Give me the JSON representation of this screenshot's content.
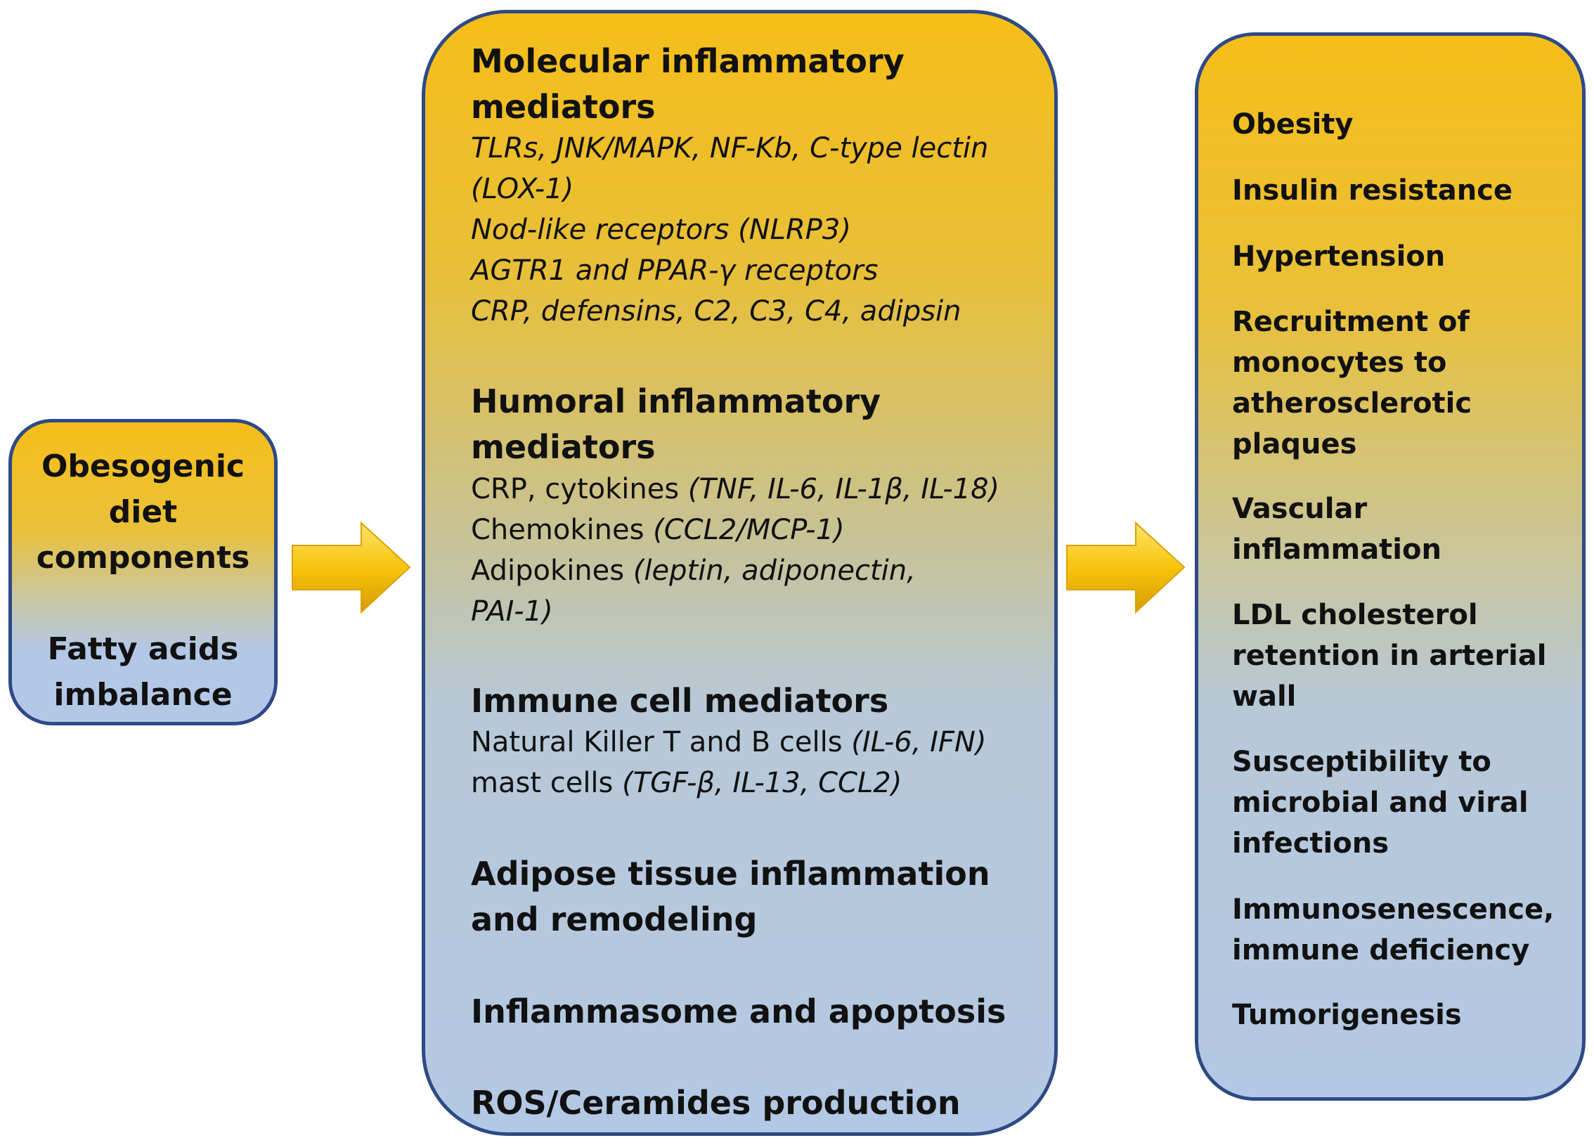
{
  "left_box": {
    "lines": [
      "Obesogenic",
      "diet",
      "components",
      "Fatty acids",
      "imbalance"
    ]
  },
  "middle_box": {
    "molecular": {
      "heading": [
        "Molecular inflammatory",
        "mediators"
      ],
      "items": [
        "TLRs, JNK/MAPK, NF-Kb, C-type lectin",
        "(LOX-1)",
        "Nod-like receptors (NLRP3)",
        "AGTR1 and PPAR-γ receptors",
        "CRP,  defensins, C2, C3, C4, adipsin"
      ]
    },
    "humoral": {
      "heading": [
        "Humoral inflammatory",
        "mediators"
      ],
      "items": [
        {
          "plain": "CRP, cytokines ",
          "italic": "(TNF, IL-6, IL-1β, IL-18)"
        },
        {
          "plain": "Chemokines ",
          "italic": "(CCL2/MCP-1)"
        },
        {
          "plain": "Adipokines ",
          "italic": "(leptin, adiponectin,"
        },
        {
          "plain": "",
          "italic": "PAI-1)"
        }
      ]
    },
    "immune": {
      "heading": "Immune cell mediators",
      "items": [
        {
          "plain": "Natural Killer T and B cells ",
          "italic": "(IL-6, IFN)"
        },
        {
          "plain": "mast cells ",
          "italic": "(TGF-β, IL-13, CCL2)"
        }
      ]
    },
    "adipose": [
      "Adipose tissue inflammation",
      "and remodeling"
    ],
    "inflammasome": "Inflammasome and apoptosis",
    "ros": "ROS/Ceramides production"
  },
  "right_box": {
    "items": [
      [
        "Obesity"
      ],
      [
        "Insulin resistance"
      ],
      [
        "Hypertension"
      ],
      [
        "Recruitment of",
        "monocytes to",
        "atherosclerotic",
        "plaques"
      ],
      [
        "Vascular",
        "inflammation"
      ],
      [
        "LDL cholesterol",
        "retention in arterial",
        "wall"
      ],
      [
        "Susceptibility to",
        "microbial and viral",
        "infections"
      ],
      [
        "Immunosenescence,",
        "immune deficiency"
      ],
      [
        "Tumorigenesis"
      ]
    ]
  },
  "colors": {
    "border": "#2d4a86",
    "gradient_top": "#f6be19",
    "gradient_bottom": "#b3c8e4",
    "arrow": "#f8c40d"
  }
}
